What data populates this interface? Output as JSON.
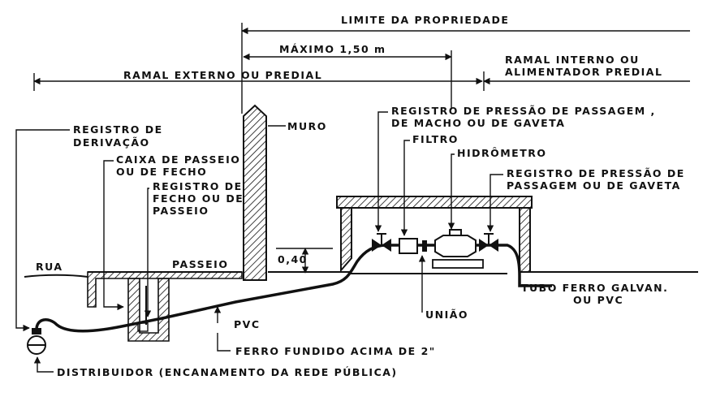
{
  "labels": {
    "limite_propriedade": "LIMITE DA PROPRIEDADE",
    "maximo": "MÁXIMO  1,50 m",
    "ramal_externo": "RAMAL  EXTERNO  OU  PREDIAL",
    "ramal_interno_1": "RAMAL  INTERNO   OU",
    "ramal_interno_2": "ALIMENTADOR  PREDIAL",
    "registro_derivacao_1": "REGISTRO  DE",
    "registro_derivacao_2": "DERIVAÇÃO",
    "caixa_passeio_1": "CAIXA DE PASSEIO",
    "caixa_passeio_2": "OU  DE  FECHO",
    "registro_fecho_1": "REGISTRO DE",
    "registro_fecho_2": "FECHO OU DE",
    "registro_fecho_3": "PASSEIO",
    "muro": "MURO",
    "registro_pressao_1": "REGISTRO  DE  PRESSÃO  DE  PASSAGEM ,",
    "registro_pressao_2": "DE  MACHO  OU  DE  GAVETA",
    "filtro": "FILTRO",
    "hidrometro": "HIDRÔMETRO",
    "registro_pressao_b_1": "REGISTRO  DE  PRESSÃO  DE",
    "registro_pressao_b_2": "PASSAGEM  OU  DE  GAVETA",
    "rua": "RUA",
    "passeio": "PASSEIO",
    "altura": "0,40",
    "tubo_ferro_1": "TUBO   FERRO  GALVAN.",
    "tubo_ferro_2": "OU  PVC",
    "uniao": "UNIÃO",
    "pvc": "PVC",
    "ferro_fundido": "FERRO  FUNDIDO  ACIMA  DE  2\"",
    "distribuidor": "DISTRIBUIDOR  (ENCANAMENTO  DA  REDE  PÚBLICA)"
  }
}
